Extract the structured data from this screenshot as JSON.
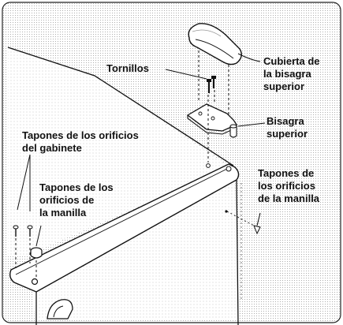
{
  "labels": {
    "screws": [
      "Tornillos"
    ],
    "hinge_cover": [
      "Cubierta de",
      "la bisagra",
      "superior"
    ],
    "top_hinge": [
      "Bisagra",
      "superior"
    ],
    "cabinet_hole_plugs": [
      "Tapones de los orificios",
      "del gabinete"
    ],
    "handle_hole_plugs_left": [
      "Tapones de los",
      "orificios de",
      "la manilla"
    ],
    "handle_hole_plugs_right": [
      "Tapones de",
      "los orificios",
      "de la manilla"
    ]
  },
  "colors": {
    "frame": "#222222",
    "dots": "#9a9a9a",
    "lines": "#111111",
    "fill": "#ffffff"
  }
}
